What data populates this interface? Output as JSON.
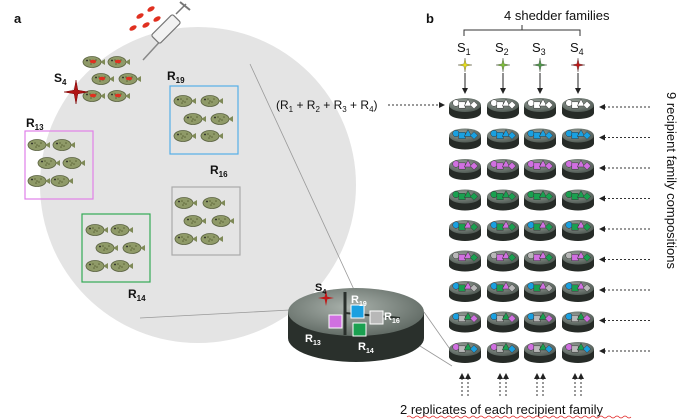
{
  "panels": {
    "a": "a",
    "b": "b"
  },
  "left": {
    "s4": {
      "main": "S",
      "sub": "4"
    },
    "r13": {
      "main": "R",
      "sub": "13"
    },
    "r19": {
      "main": "R",
      "sub": "19"
    },
    "r16": {
      "main": "R",
      "sub": "16"
    },
    "r14": {
      "main": "R",
      "sub": "14"
    }
  },
  "tank": {
    "s4": {
      "main": "S",
      "sub": "4"
    },
    "r13": {
      "main": "R",
      "sub": "13"
    },
    "r19": {
      "main": "R",
      "sub": "19"
    },
    "r16": {
      "main": "R",
      "sub": "16"
    },
    "r14": {
      "main": "R",
      "sub": "14"
    }
  },
  "right": {
    "shedder_title": "4 shedder families",
    "shedders": [
      {
        "main": "S",
        "sub": "1",
        "color": "#e8e01a"
      },
      {
        "main": "S",
        "sub": "2",
        "color": "#7fbf3a"
      },
      {
        "main": "S",
        "sub": "3",
        "color": "#4f9a4a"
      },
      {
        "main": "S",
        "sub": "4",
        "color": "#c01818"
      }
    ],
    "formula": {
      "open": "(R",
      "s1": "1",
      "p1": " + R",
      "s2": "2",
      "p2": " + R",
      "s3": "3",
      "p3": " + R",
      "s4": "4",
      "close": ")"
    },
    "recipient_label": "9 recipient family compositions",
    "replicate_label": "2 replicates of each recipient family"
  },
  "colors": {
    "white": "#ffffff",
    "blue": "#1aa0e0",
    "pink": "#d070e0",
    "green": "#1aa050",
    "grey": "#b8b8b8",
    "shedder_red": "#c01818",
    "box_pink": "#e080e8",
    "box_blue": "#55aee8",
    "box_green": "#33aa55",
    "box_grey": "#aaaaaa"
  },
  "rows": [
    [
      [
        "circle",
        "white"
      ],
      [
        "square",
        "white"
      ],
      [
        "triangle",
        "white"
      ],
      [
        "diamond",
        "white"
      ]
    ],
    [
      [
        "circle",
        "blue"
      ],
      [
        "square",
        "blue"
      ],
      [
        "triangle",
        "blue"
      ],
      [
        "diamond",
        "blue"
      ]
    ],
    [
      [
        "circle",
        "pink"
      ],
      [
        "square",
        "pink"
      ],
      [
        "triangle",
        "pink"
      ],
      [
        "diamond",
        "pink"
      ]
    ],
    [
      [
        "circle",
        "green"
      ],
      [
        "square",
        "green"
      ],
      [
        "triangle",
        "green"
      ],
      [
        "diamond",
        "green"
      ]
    ],
    [
      [
        "circle",
        "blue"
      ],
      [
        "square",
        "green"
      ],
      [
        "triangle",
        "pink"
      ],
      [
        "diamond",
        "green"
      ]
    ],
    [
      [
        "circle",
        "grey"
      ],
      [
        "square",
        "pink"
      ],
      [
        "triangle",
        "pink"
      ],
      [
        "diamond",
        "green"
      ]
    ],
    [
      [
        "circle",
        "blue"
      ],
      [
        "square",
        "green"
      ],
      [
        "triangle",
        "pink"
      ],
      [
        "diamond",
        "grey"
      ]
    ],
    [
      [
        "circle",
        "blue"
      ],
      [
        "square",
        "grey"
      ],
      [
        "triangle",
        "green"
      ],
      [
        "diamond",
        "pink"
      ]
    ],
    [
      [
        "circle",
        "pink"
      ],
      [
        "square",
        "grey"
      ],
      [
        "triangle",
        "green"
      ],
      [
        "diamond",
        "blue"
      ]
    ]
  ]
}
